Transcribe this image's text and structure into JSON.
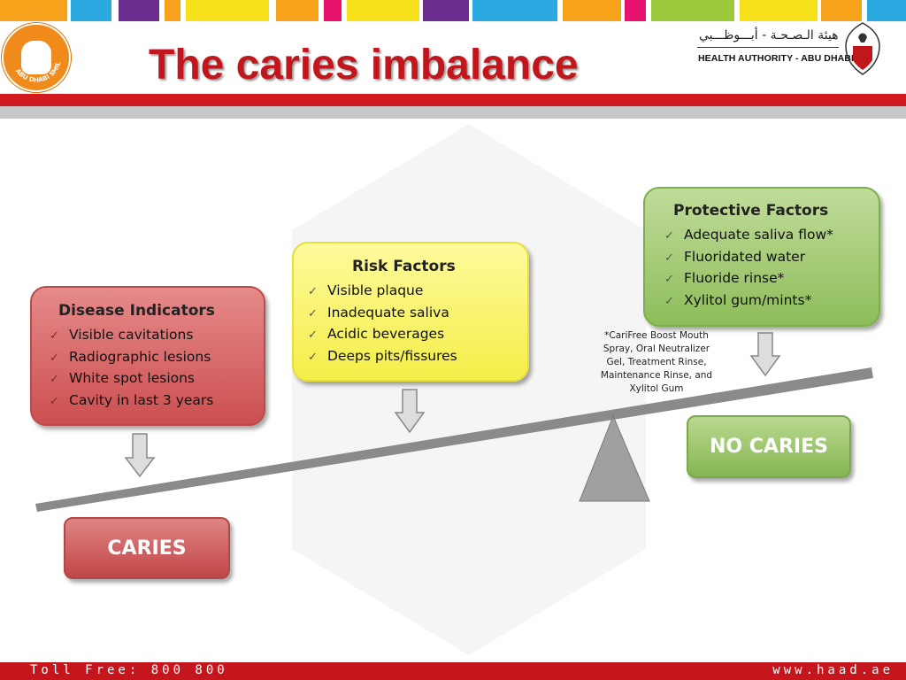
{
  "header": {
    "title": "The caries imbalance",
    "authority_ar": "هيئة الـصـحـة - أبـــوظـــبي",
    "authority_en": "HEALTH AUTHORITY - ABU DHABI",
    "logo_left_text": "ABU DHABI SMILES",
    "color_strip": [
      "#f7a21b",
      "#2aa9e0",
      "#6a2c8f",
      "#f7a21b",
      "#f7e11b",
      "#f7a21b",
      "#e6136e",
      "#f7e11b",
      "#6a2c8f",
      "#2aa9e0",
      "#f7a21b",
      "#e6136e",
      "#9cc93b",
      "#f7e11b",
      "#f7a21b",
      "#2aa9e0",
      "#6a2c8f"
    ]
  },
  "disease_indicators": {
    "title": "Disease Indicators",
    "items": [
      "Visible cavitations",
      "Radiographic lesions",
      "White spot lesions",
      "Cavity in last 3 years"
    ]
  },
  "risk_factors": {
    "title": "Risk Factors",
    "items": [
      "Visible plaque",
      "Inadequate saliva",
      "Acidic beverages",
      "Deeps pits/fissures"
    ]
  },
  "protective_factors": {
    "title": "Protective Factors",
    "items": [
      "Adequate saliva flow*",
      "Fluoridated water",
      "Fluoride rinse*",
      "Xylitol gum/mints*"
    ]
  },
  "footnote": "*CariFree Boost Mouth Spray, Oral Neutralizer Gel, Treatment Rinse, Maintenance Rinse, and Xylitol Gum",
  "outcomes": {
    "caries": "CARIES",
    "no_caries": "NO CARIES"
  },
  "footer": {
    "toll_free": "Toll Free: 800 800",
    "website": "www.haad.ae"
  },
  "colors": {
    "accent_red": "#c0161c",
    "disease_red": "#cc4f50",
    "risk_yellow": "#f4ee48",
    "protect_green": "#8dbd5a"
  }
}
